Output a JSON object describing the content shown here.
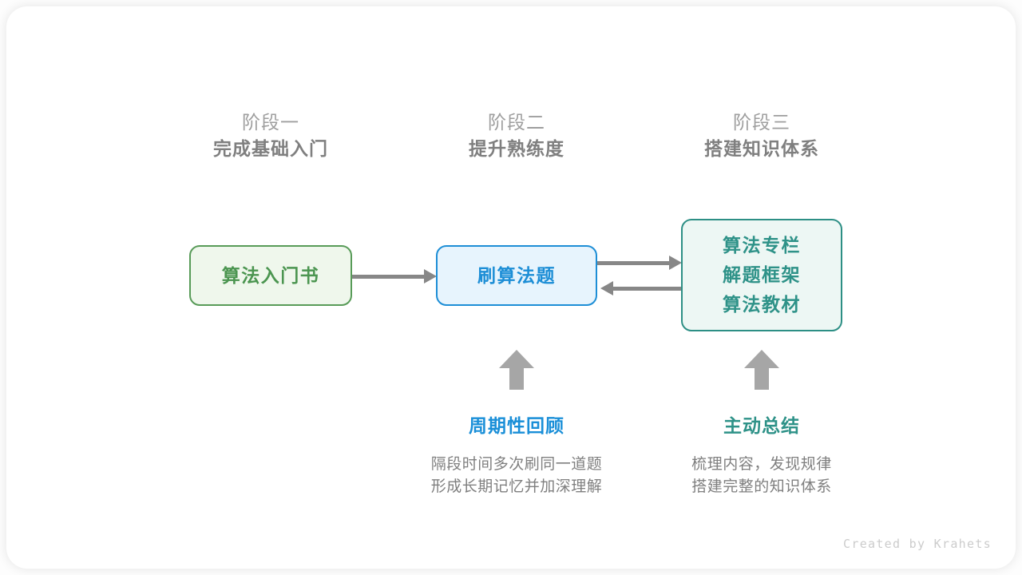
{
  "canvas": {
    "background": "#fdfdfd",
    "card_background": "#ffffff"
  },
  "colors": {
    "green": "#4b9550",
    "green_border": "#589b58",
    "green_fill": "#eff7ec",
    "blue": "#1d8ed6",
    "blue_fill": "#e7f4fd",
    "teal": "#2e9288",
    "teal_border": "#2d8f85",
    "teal_fill": "#edf7f4",
    "arrow_gray": "#878787",
    "uparrow_gray": "#a6a6a6",
    "heading_gray": "#7f7f7f",
    "subheading_gray": "#9e9e9e",
    "body_gray": "#7f7f7f",
    "credit_gray": "#cccccc"
  },
  "stages": [
    {
      "sub": "阶段一",
      "title": "完成基础入门"
    },
    {
      "sub": "阶段二",
      "title": "提升熟练度"
    },
    {
      "sub": "阶段三",
      "title": "搭建知识体系"
    }
  ],
  "nodes": {
    "book": {
      "lines": [
        "算法入门书"
      ]
    },
    "practice": {
      "lines": [
        "刷算法题"
      ]
    },
    "resources": {
      "lines": [
        "算法专栏",
        "解题框架",
        "算法教材"
      ]
    }
  },
  "connectors": [
    {
      "name": "book-to-practice",
      "direction": "right"
    },
    {
      "name": "practice-to-resources",
      "direction": "right"
    },
    {
      "name": "resources-to-practice",
      "direction": "left"
    }
  ],
  "notes": [
    {
      "title": "周期性回顾",
      "accent": "blue",
      "desc_lines": [
        "隔段时间多次刷同一道题",
        "形成长期记忆并加深理解"
      ]
    },
    {
      "title": "主动总结",
      "accent": "teal",
      "desc_lines": [
        "梳理内容，发现规律",
        "搭建完整的知识体系"
      ]
    }
  ],
  "credit": "Created by Krahets"
}
